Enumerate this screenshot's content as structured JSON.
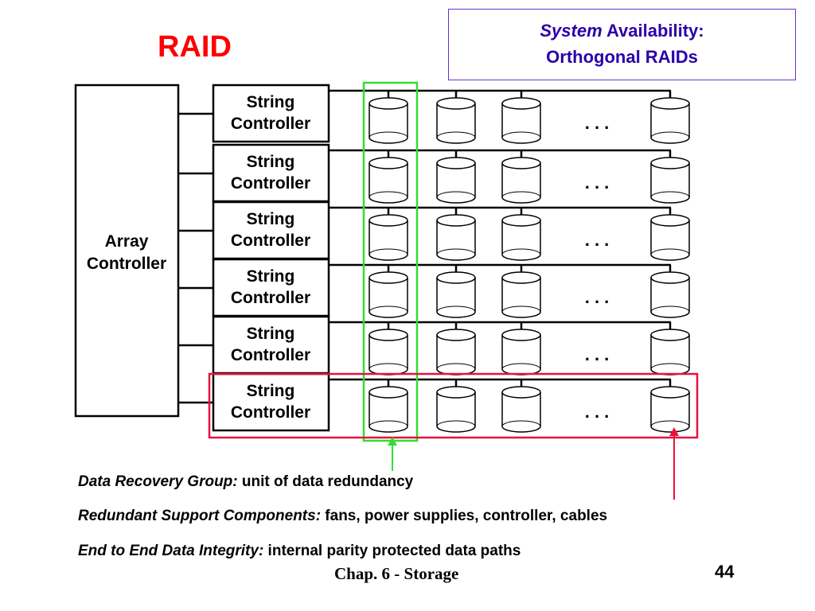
{
  "slide": {
    "title": "RAID",
    "subtitle": {
      "line1_italic": "System",
      "line1_rest": " Availability:",
      "line2": "Orthogonal RAIDs"
    },
    "array_controller": {
      "line1": "Array",
      "line2": "Controller"
    },
    "string_controller": {
      "line1": "String",
      "line2": "Controller"
    },
    "ellipsis": ". . .",
    "captions": [
      {
        "label": "Data Recovery Group:",
        "text": " unit of data redundancy"
      },
      {
        "label": "Redundant Support Components:",
        "text": " fans, power supplies, controller, cables"
      },
      {
        "label": "End to End Data Integrity:",
        "text": " internal parity protected data paths"
      }
    ],
    "footer": {
      "chapter": "Chap. 6 - Storage",
      "page": "44"
    },
    "colors": {
      "title": "#ff0000",
      "subtitle": "#2a00aa",
      "subtitle_border": "#6633cc",
      "recovery_group_highlight": "#33dd33",
      "support_components_highlight": "#e8123c"
    }
  }
}
